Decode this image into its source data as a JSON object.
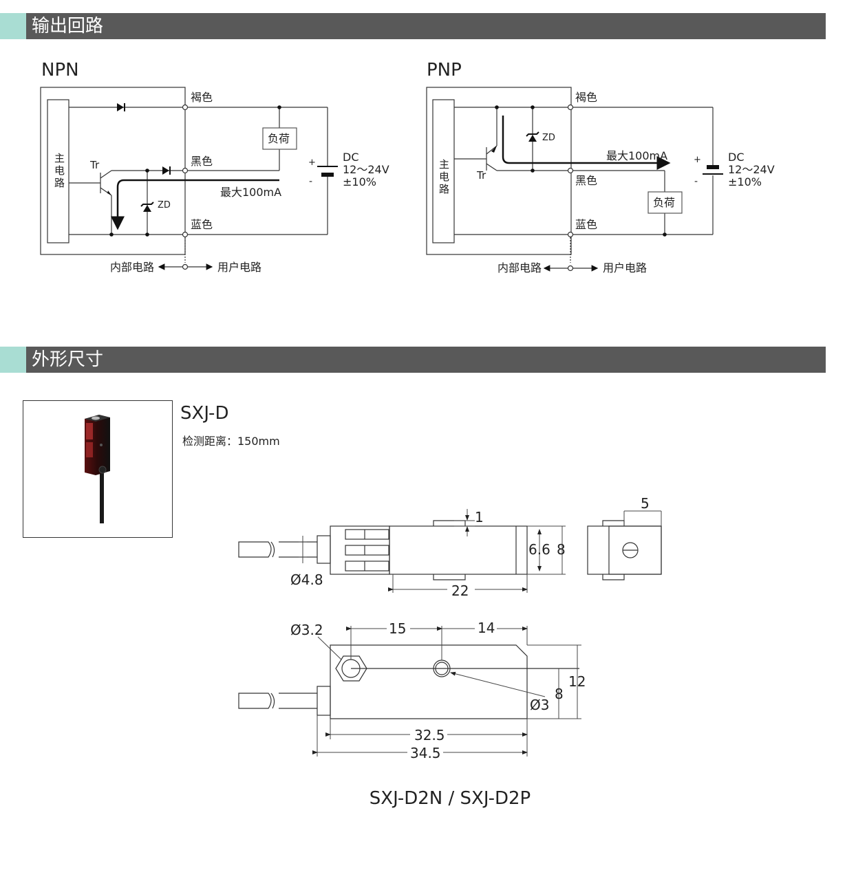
{
  "section_output": {
    "title": "输出回路"
  },
  "section_dimensions": {
    "title": "外形尺寸"
  },
  "npn": {
    "title": "NPN",
    "brown": "褐色",
    "black": "黑色",
    "blue": "蓝色",
    "load": "负荷",
    "main_circuit": "主电路",
    "tr": "Tr",
    "zd": "ZD",
    "max_current": "最大100mA",
    "plus": "+",
    "minus": "-",
    "dc": "DC",
    "voltage": "12～24V",
    "tolerance": "±10%",
    "internal": "内部电路",
    "user": "用户电路"
  },
  "pnp": {
    "title": "PNP",
    "brown": "褐色",
    "black": "黑色",
    "blue": "蓝色",
    "load": "负荷",
    "main_circuit": "主电路",
    "tr": "Tr",
    "zd": "ZD",
    "max_current": "最大100mA",
    "plus": "+",
    "minus": "-",
    "dc": "DC",
    "voltage": "12～24V",
    "tolerance": "±10%",
    "internal": "内部电路",
    "user": "用户电路"
  },
  "product": {
    "model": "SXJ-D",
    "distance": "检测距离：150mm",
    "caption": "SXJ-D2N / SXJ-D2P"
  },
  "dims": {
    "d1": "1",
    "d5": "5",
    "d6_6": "6.6",
    "d8_side": "8",
    "d4_8": "Ø4.8",
    "d22": "22",
    "d3_2": "Ø3.2",
    "d15": "15",
    "d14": "14",
    "d12": "12",
    "d8_bottom": "8",
    "d3": "Ø3",
    "d32_5": "32.5",
    "d34_5": "34.5"
  },
  "colors": {
    "header_bg": "#595959",
    "header_accent": "#a9ddd3"
  }
}
